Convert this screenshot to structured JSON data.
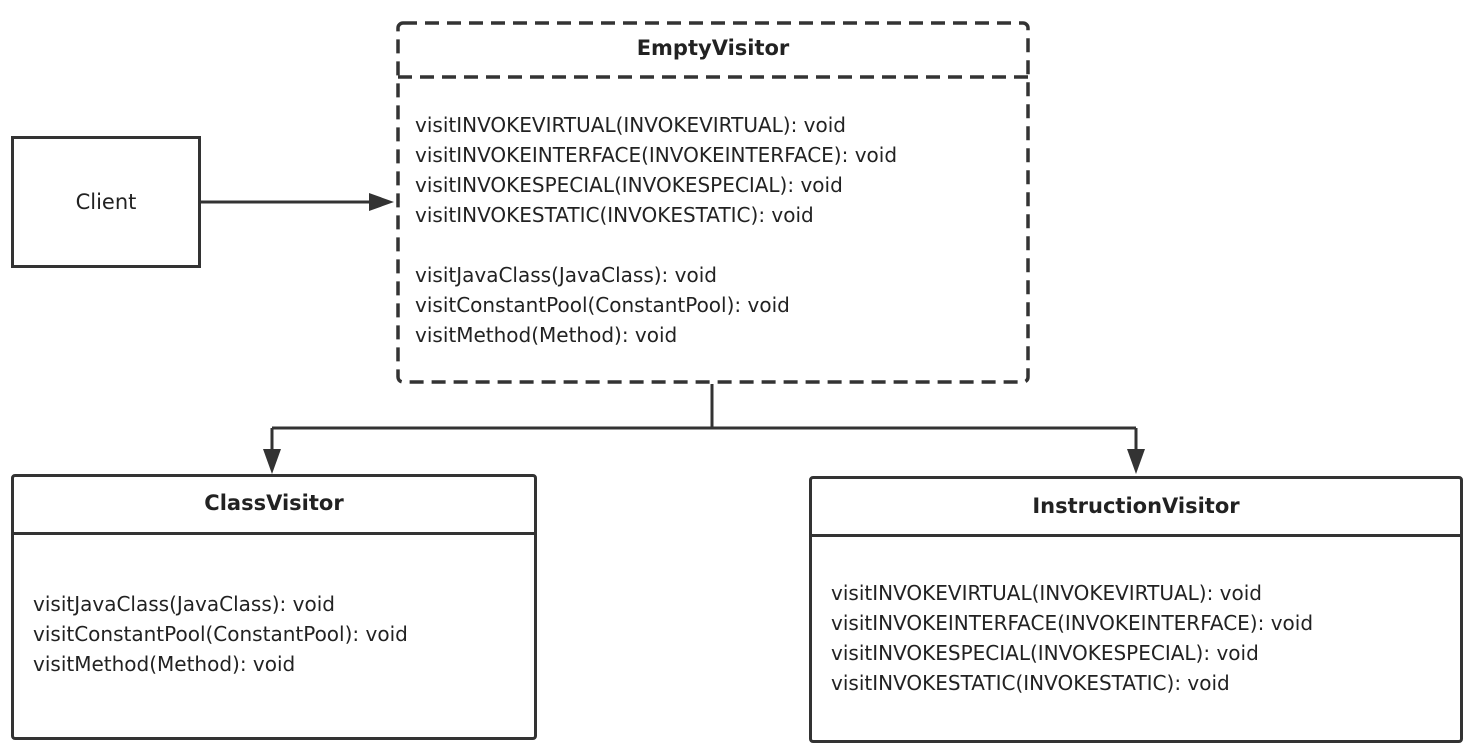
{
  "client": {
    "label": "Client"
  },
  "empty_visitor": {
    "title": "EmptyVisitor",
    "instruction_methods": [
      "visitINVOKEVIRTUAL(INVOKEVIRTUAL): void",
      "visitINVOKEINTERFACE(INVOKEINTERFACE): void",
      "visitINVOKESPECIAL(INVOKESPECIAL): void",
      "visitINVOKESTATIC(INVOKESTATIC): void"
    ],
    "class_methods": [
      "visitJavaClass(JavaClass): void",
      "visitConstantPool(ConstantPool): void",
      "visitMethod(Method): void"
    ]
  },
  "class_visitor": {
    "title": "ClassVisitor",
    "methods": [
      "visitJavaClass(JavaClass): void",
      "visitConstantPool(ConstantPool): void",
      "visitMethod(Method): void"
    ]
  },
  "instruction_visitor": {
    "title": "InstructionVisitor",
    "methods": [
      "visitINVOKEVIRTUAL(INVOKEVIRTUAL): void",
      "visitINVOKEINTERFACE(INVOKEINTERFACE): void",
      "visitINVOKESPECIAL(INVOKESPECIAL): void",
      "visitINVOKESTATIC(INVOKESTATIC): void"
    ]
  },
  "colors": {
    "stroke": "#333333",
    "text": "#222222",
    "background": "#ffffff"
  }
}
